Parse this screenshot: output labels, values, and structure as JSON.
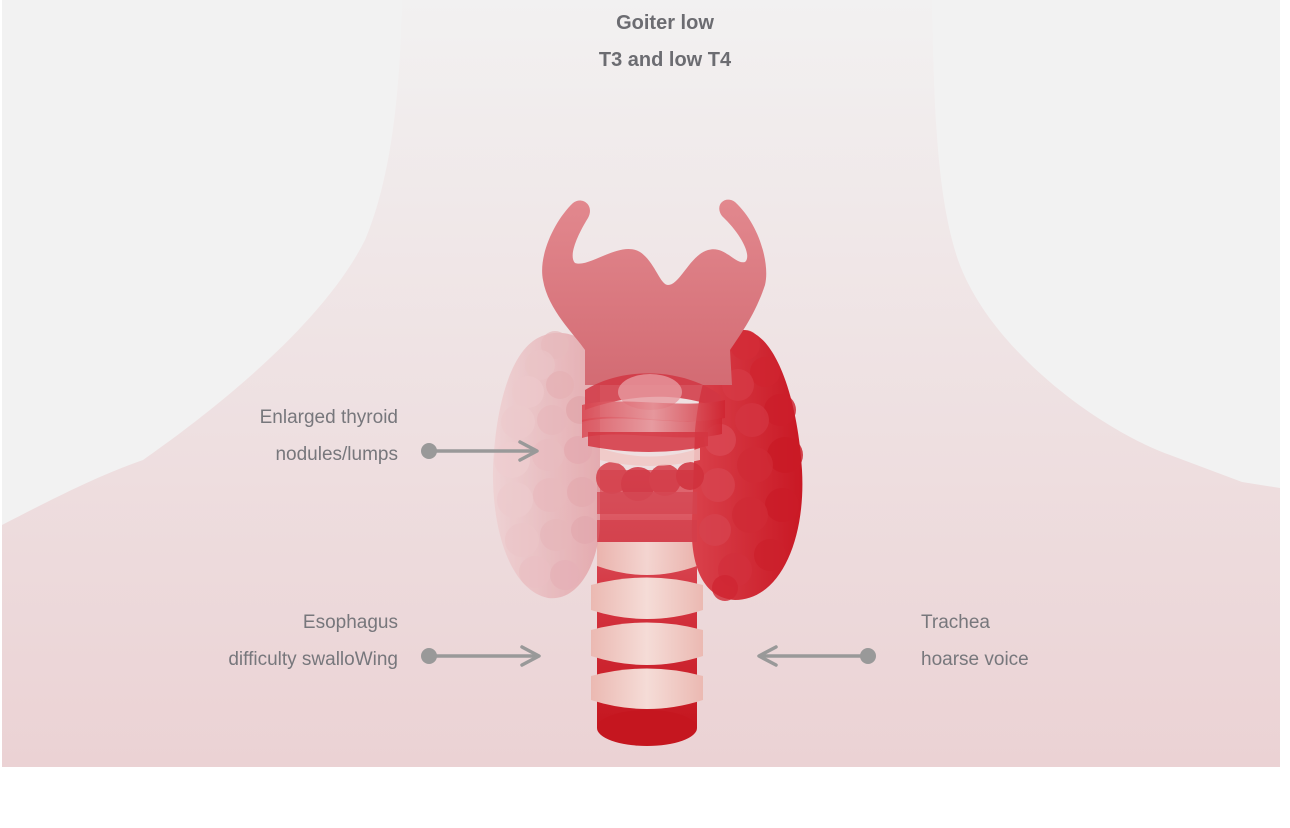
{
  "title": {
    "line1": "Goiter low",
    "line2": "T3 and low T4"
  },
  "callouts": [
    {
      "id": "thyroid",
      "line1": "Enlarged thyroid",
      "line2": "nodules/lumps",
      "side": "left",
      "arrow_direction": "right"
    },
    {
      "id": "esophagus",
      "line1": "Esophagus",
      "line2": "difficulty swalloWing",
      "side": "left",
      "arrow_direction": "right"
    },
    {
      "id": "trachea",
      "line1": "Trachea",
      "line2": "hoarse voice",
      "side": "right",
      "arrow_direction": "left"
    }
  ],
  "colors": {
    "background": "#f2f2f2",
    "neck_top": "#f1eded",
    "neck_bottom": "#ecd3d5",
    "text": "#77777c",
    "title_text": "#6c6c71",
    "arrow": "#999999",
    "cartilage": "#dc7c81",
    "lobe_light": "#e9aeb2",
    "lobe_dark": "#cc1f2a",
    "trachea_dark": "#c5161f",
    "trachea_ring": "#f1cdc7"
  }
}
